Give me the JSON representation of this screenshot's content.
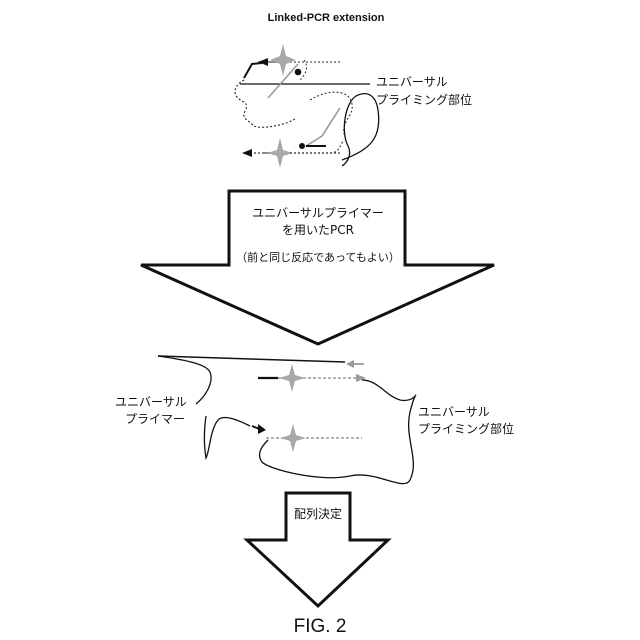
{
  "title": "Linked-PCR extension",
  "top_panel": {
    "label_line1": "ユニバーサル",
    "label_line2": "プライミング部位"
  },
  "arrow1": {
    "line1": "ユニバーサルプライマー",
    "line2": "を用いたPCR",
    "line3": "（前と同じ反応であってもよい）"
  },
  "bottom_panel": {
    "left_label_line1": "ユニバーサル",
    "left_label_line2": "プライマー",
    "right_label_line1": "ユニバーサル",
    "right_label_line2": "プライミング部位"
  },
  "arrow2": {
    "label": "配列決定"
  },
  "figure_label": "FIG. 2",
  "colors": {
    "ink": "#111111",
    "grey_strand": "#9a9a9a",
    "star": "#a8a8a8"
  }
}
